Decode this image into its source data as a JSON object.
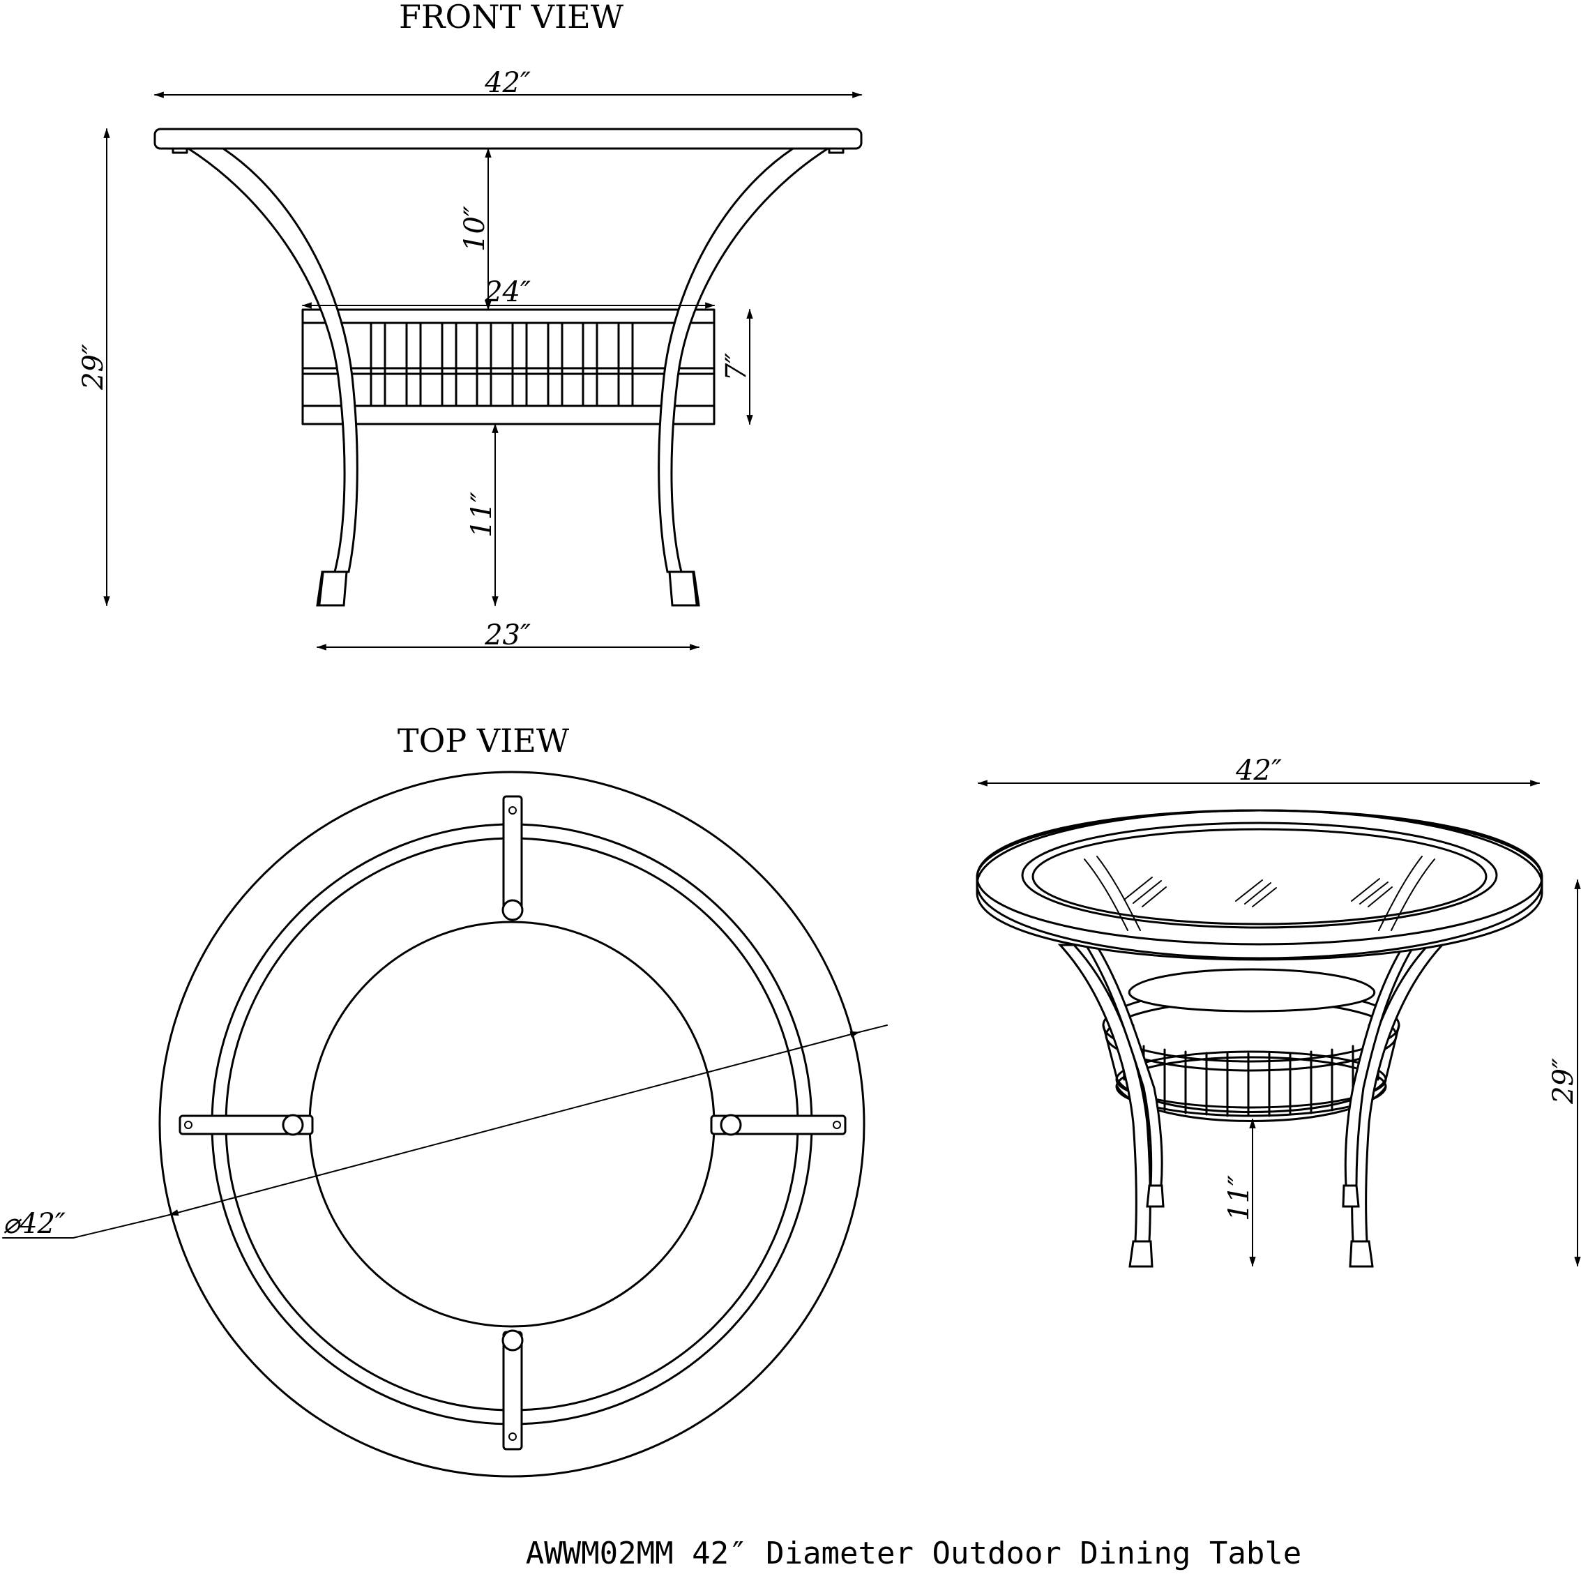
{
  "views": {
    "front": {
      "title": "FRONT VIEW",
      "dims": {
        "width": "42″",
        "overall_height": "29″",
        "top_to_shelf": "10″",
        "shelf_width": "24″",
        "shelf_height": "7″",
        "leg_height": "11″",
        "leg_span": "23″"
      }
    },
    "top": {
      "title": "TOP VIEW",
      "dims": {
        "diameter": "⌀42″"
      }
    },
    "perspective": {
      "dims": {
        "width": "42″",
        "height": "29″",
        "leg_height": "11″"
      }
    }
  },
  "caption": "AWWM02MM 42″ Diameter Outdoor Dining Table"
}
